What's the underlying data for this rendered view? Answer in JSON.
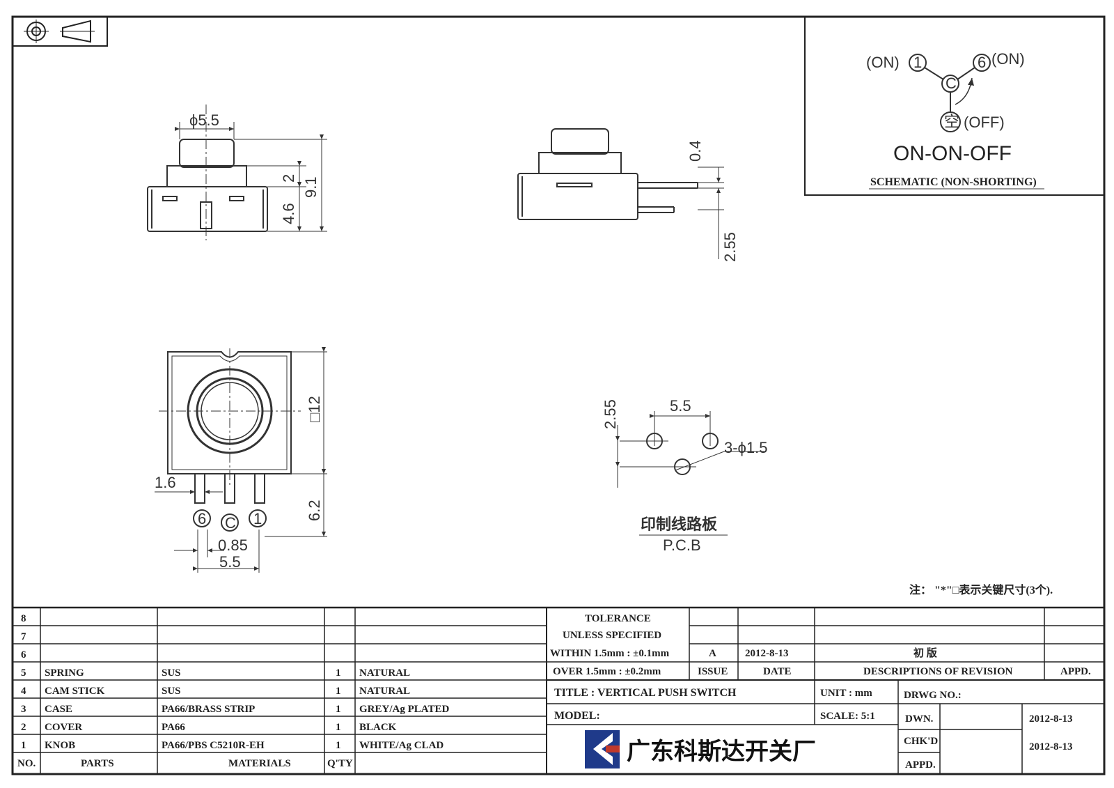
{
  "dimensions": {
    "phi": "ϕ5.5",
    "h2": "2",
    "h46": "4.6",
    "h91": "9.1",
    "s04": "0.4",
    "s255": "2.55",
    "sq12": "□12",
    "w16": "1.6",
    "h62": "6.2",
    "w085": "0.85",
    "w55": "5.5",
    "p255": "2.55",
    "p55": "5.5",
    "holes": "3-ϕ1.5"
  },
  "pins": {
    "left": "6",
    "center": "C",
    "right": "1"
  },
  "pcb": {
    "cn": "印制线路板",
    "en": "P.C.B"
  },
  "schematic": {
    "on1": "(ON)",
    "n1": "1",
    "nC": "C",
    "n6": "6",
    "on6": "(ON)",
    "nEmpty": "空",
    "off": "(OFF)",
    "mode": "ON-ON-OFF",
    "caption": "SCHEMATIC (NON-SHORTING)"
  },
  "note": "注： \"*\"□表示关键尺寸(3个).",
  "parts": [
    {
      "no": "8",
      "part": "",
      "material": "",
      "qty": "",
      "finish": ""
    },
    {
      "no": "7",
      "part": "",
      "material": "",
      "qty": "",
      "finish": ""
    },
    {
      "no": "6",
      "part": "",
      "material": "",
      "qty": "",
      "finish": ""
    },
    {
      "no": "5",
      "part": "SPRING",
      "material": "SUS",
      "qty": "1",
      "finish": "NATURAL"
    },
    {
      "no": "4",
      "part": "CAM STICK",
      "material": "SUS",
      "qty": "1",
      "finish": "NATURAL"
    },
    {
      "no": "3",
      "part": "CASE",
      "material": "PA66/BRASS STRIP",
      "qty": "1",
      "finish": "GREY/Ag PLATED"
    },
    {
      "no": "2",
      "part": "COVER",
      "material": "PA66",
      "qty": "1",
      "finish": "BLACK"
    },
    {
      "no": "1",
      "part": "KNOB",
      "material": "PA66/PBS C5210R-EH",
      "qty": "1",
      "finish": "WHITE/Ag CLAD"
    }
  ],
  "parts_header": {
    "no": "NO.",
    "parts": "PARTS",
    "materials": "MATERIALS",
    "qty": "Q'TY"
  },
  "tolerance": {
    "line1": "TOLERANCE",
    "line2": "UNLESS  SPECIFIED",
    "line3": "WITHIN 1.5mm : ±0.1mm",
    "line4": "OVER 1.5mm : ±0.2mm"
  },
  "revision": {
    "issue_val": "A",
    "date_val": "2012-8-13",
    "desc_val": "初  版",
    "issue_hdr": "ISSUE",
    "date_hdr": "DATE",
    "desc_hdr": "DESCRIPTIONS OF REVISION",
    "appd_hdr": "APPD."
  },
  "title_block": {
    "title": "TITLE :  VERTICAL PUSH SWITCH",
    "unit": "UNIT :  mm",
    "drwg": "DRWG NO.:",
    "model": "MODEL:",
    "scale": "SCALE:  5:1",
    "dwn": "DWN.",
    "dwn_date": "2012-8-13",
    "chkd": "CHK'D",
    "appd": "APPD.",
    "chk_date": "2012-8-13",
    "company": "广东科斯达开关厂"
  },
  "colors": {
    "line": "#222222",
    "logo_blue": "#1f3a8a",
    "logo_red": "#c0392b"
  }
}
